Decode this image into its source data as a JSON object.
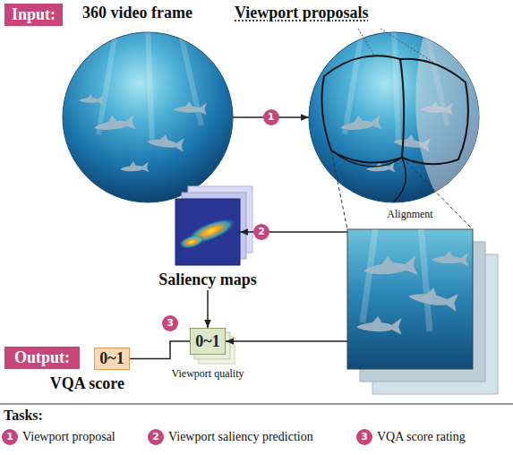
{
  "diagram": {
    "nodes": [
      {
        "text": [
          "Input:"
        ]
      },
      {
        "text": [
          "360 video frame"
        ]
      },
      {
        "text": [
          "Viewport proposals"
        ]
      },
      {
        "text": [
          "Saliency maps"
        ]
      },
      {
        "text": [
          "Alignment"
        ]
      },
      {
        "text": [
          "Output:"
        ]
      },
      {
        "text": [
          "0~1",
          "VQA score"
        ]
      },
      {
        "text": [
          "0~1",
          "Viewport quality"
        ]
      }
    ],
    "edges": [
      {
        "from": 1,
        "to": 2,
        "arrow": "to",
        "label": "1"
      },
      {
        "from": 4,
        "to": 3,
        "arrow": "to",
        "label": "2"
      },
      {
        "from": 3,
        "to": 7,
        "arrow": "to"
      },
      {
        "from": 4,
        "to": 7,
        "arrow": "to"
      },
      {
        "from": 7,
        "to": 6,
        "arrow": "none",
        "label": "3"
      }
    ],
    "labels": [
      "Tasks:",
      "1",
      "2",
      "3"
    ],
    "legend": [
      {
        "text": "Viewport proposal"
      },
      {
        "text": "Viewport saliency prediction"
      },
      {
        "text": "VQA score rating"
      }
    ]
  }
}
